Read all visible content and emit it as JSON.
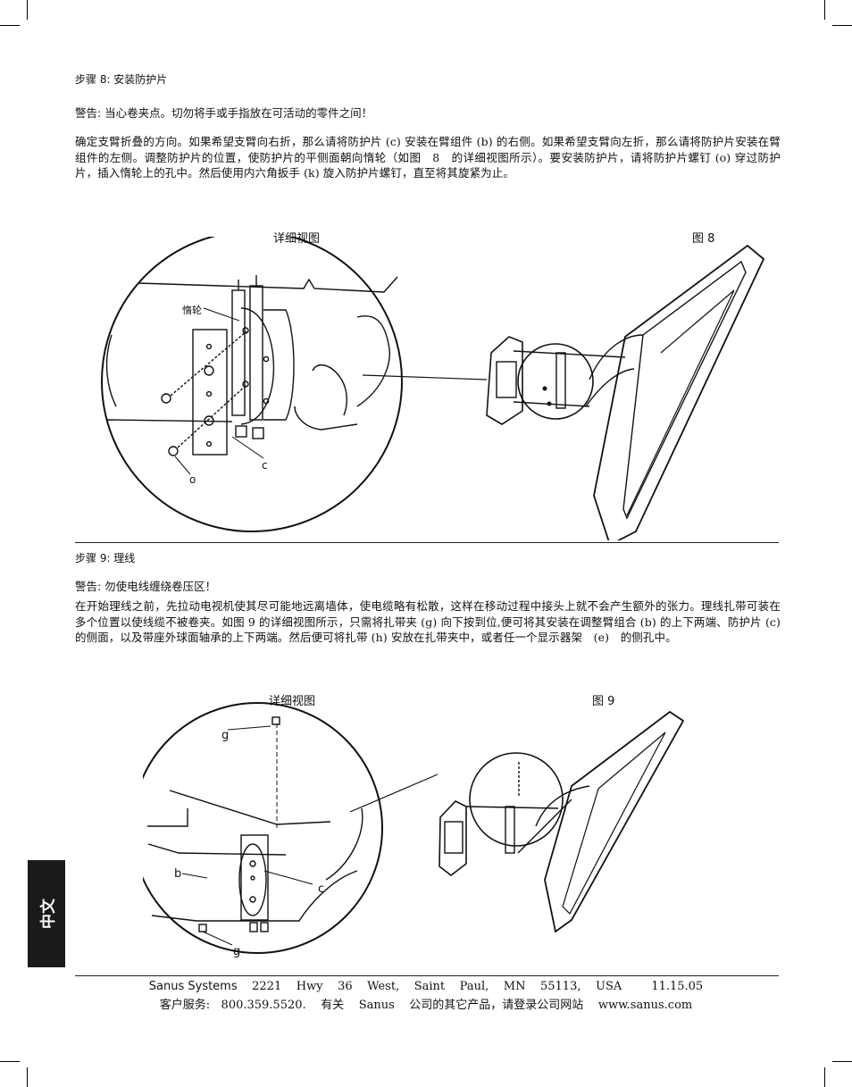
{
  "step8": {
    "title": "步骤 8:   安装防护片",
    "warning": "警告:   当心卷夹点。切勿将手或手指放在可活动的零件之间！",
    "body": "确定支臂折叠的方向。如果希望支臂向右折，那么请将防护片 (c) 安装在臂组件 (b) 的右侧。如果希望支臂向左折，那么请将防护片安装在臂组件的左侧。调整防护片的位置，使防护片的平侧面朝向惰轮（如图　8　的详细视图所示）。要安装防护片，请将防护片螺钉 (o) 穿过防护片，插入惰轮上的孔中。然后使用内六角扳手 (k) 旋入防护片螺钉，直至将其旋紧为止。"
  },
  "figure8": {
    "detail_label": "详细视图",
    "figure_label": "图 8",
    "callouts": {
      "idler": "惰轮",
      "c": "c",
      "o": "o"
    }
  },
  "step9": {
    "title": "步骤 9:   理线",
    "warning": "警告:   勿使电线缠绕卷压区！",
    "body": "在开始理线之前，先拉动电视机使其尽可能地远离墙体，使电缆略有松散，这样在移动过程中接头上就不会产生额外的张力。理线扎带可装在多个位置以使线缆不被卷夹。如图 9 的详细视图所示，只需将扎带夹 (g) 向下按到位,便可将其安装在调整臂组合 (b) 的上下两端、防护片 (c) 的侧面，以及带座外球面轴承的上下两端。然后便可将扎带 (h) 安放在扎带夹中，或者任一个显示器架　(e)　的侧孔中。"
  },
  "figure9": {
    "detail_label": "详细视图",
    "figure_label": "图 9",
    "callouts": {
      "g_top": "g",
      "b": "b",
      "c": "c",
      "g_bottom": "g"
    }
  },
  "side_tab": {
    "label": "中文"
  },
  "footer": {
    "company": "Sanus Systems",
    "address": "    2221    Hwy    36    West,    Saint    Paul,    MN    55113,    USA        11.15.05",
    "service_line": "客户服务:   800.359.5520.    有关    Sanus    公司的其它产品，请登录公司网站    www.sanus.com"
  }
}
